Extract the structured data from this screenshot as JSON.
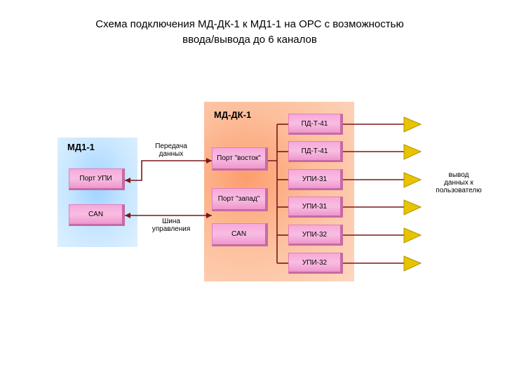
{
  "title": {
    "line1": "Схема подключения МД-ДК-1 к МД1-1 на ОРС с возможностью",
    "line2": "ввода/вывода до 6 каналов"
  },
  "md1": {
    "label": "МД1-1",
    "port_upi": "Порт УПИ",
    "can": "CAN"
  },
  "mddk": {
    "label": "МД-ДК-1",
    "port_east": "Порт \"восток\"",
    "port_west": "Порт \"запад\"",
    "can": "CAN",
    "channels": [
      "ПД-Т-41",
      "ПД-Т-41",
      "УПИ-31",
      "УПИ-31",
      "УПИ-32",
      "УПИ-32"
    ]
  },
  "links": {
    "data_line1": "Передача",
    "data_line2": "данных",
    "control_line1": "Шина",
    "control_line2": "управления"
  },
  "output": {
    "line1": "вывод",
    "line2": "данных к",
    "line3": "пользователю"
  },
  "colors": {
    "wire": "#7a1616",
    "arrow": "#e8c400"
  }
}
